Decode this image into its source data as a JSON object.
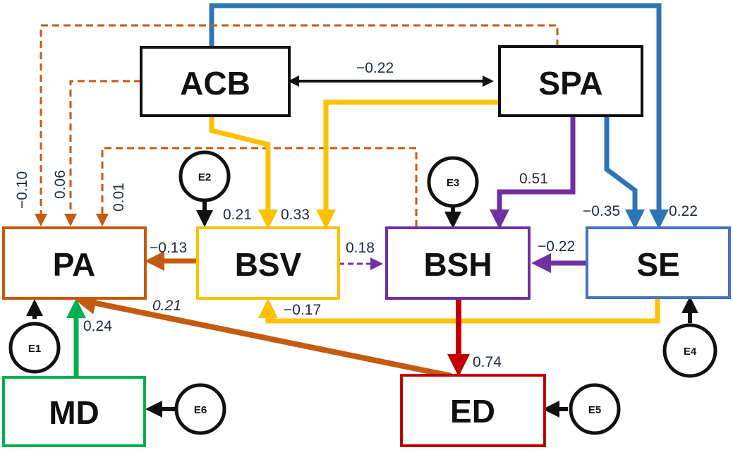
{
  "colors": {
    "black": "#111111",
    "pa": "#c55a11",
    "bsv": "#ffc000",
    "bsh": "#7030a0",
    "se": "#4472c4",
    "se_path": "#2e75b6",
    "md": "#00b050",
    "ed": "#c00000",
    "label_text": "#1f2a44"
  },
  "variables": {
    "acb": "ACB",
    "spa": "SPA",
    "pa": "PA",
    "bsv": "BSV",
    "bsh": "BSH",
    "se": "SE",
    "md": "MD",
    "ed": "ED"
  },
  "errors": {
    "e1": "E1",
    "e2": "E2",
    "e3": "E3",
    "e4": "E4",
    "e5": "E5",
    "e6": "E6"
  },
  "coefficients": {
    "acb_spa": "−0.22",
    "spa_pa": "−0.10",
    "acb_pa": "0.06",
    "bsh_pa": "0.01",
    "acb_bsv": "0.21",
    "spa_bsv": "0.33",
    "spa_bsh": "0.51",
    "spa_se": "−0.35",
    "acb_se": "0.22",
    "bsv_pa": "−0.13",
    "bsv_bsh": "0.18",
    "se_bsh": "−0.22",
    "se_bsv": "−0.17",
    "ed_pa": "0.21",
    "md_pa": "0.24",
    "bsh_ed": "0.74"
  }
}
